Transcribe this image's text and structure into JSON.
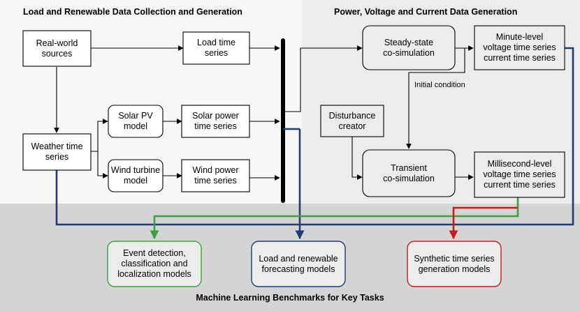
{
  "panels": {
    "left_title": "Load and Renewable Data Collection and Generation",
    "right_title": "Power, Voltage and Current Data Generation",
    "bottom_title": "Machine Learning Benchmarks for Key Tasks"
  },
  "nodes": {
    "real_world": "Real-world\nsources",
    "load_ts": "Load time\nseries",
    "solar_model": "Solar PV\nmodel",
    "solar_ts": "Solar power\ntime series",
    "weather_ts": "Weather time\nseries",
    "wind_model": "Wind turbine\nmodel",
    "wind_ts": "Wind power\ntime series",
    "steady": "Steady-state\nco-simulation",
    "minute": "Minute-level\nvoltage time series\ncurrent time series",
    "disturbance": "Disturbance\ncreator",
    "transient": "Transient\nco-simulation",
    "millisecond": "Millisecond-level\nvoltage time series\ncurrent time series",
    "event": "Event detection,\nclassification and\nlocalization models",
    "forecast": "Load and renewable\nforecasting models",
    "synthetic": "Synthetic time series\ngeneration models"
  },
  "labels": {
    "initial_condition": "Initial condition"
  },
  "colors": {
    "left_panel_bg": "#f7f7f7",
    "right_panel_bg": "#ececec",
    "bottom_panel_bg": "#d4d4d4",
    "box_fill": "#ececec",
    "navy": "#1f3c7a",
    "green": "#3aa33a",
    "red": "#cc1a1a"
  }
}
